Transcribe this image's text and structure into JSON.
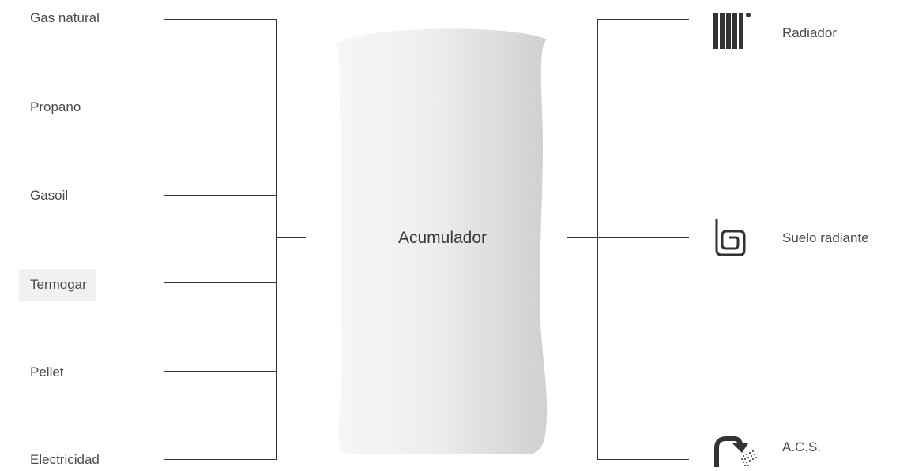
{
  "sources": [
    {
      "id": "gas-natural",
      "label": "Gas natural"
    },
    {
      "id": "propano",
      "label": "Propano"
    },
    {
      "id": "gasoil",
      "label": "Gasoil"
    },
    {
      "id": "termogar",
      "label": "Termogar",
      "selected": true
    },
    {
      "id": "pellet",
      "label": "Pellet"
    },
    {
      "id": "electricidad",
      "label": "Electricidad"
    }
  ],
  "tank": {
    "label": "Acumulador"
  },
  "outputs": [
    {
      "id": "radiador",
      "label": "Radiador",
      "icon": "radiator-icon"
    },
    {
      "id": "suelo-radiante",
      "label": "Suelo radiante",
      "icon": "underfloor-heating-icon"
    },
    {
      "id": "acs",
      "label": "A.C.S.",
      "icon": "shower-icon"
    }
  ],
  "colors": {
    "line": "#333333",
    "text": "#4a4a4a",
    "selected_bg": "#f1f1f1",
    "tank_light": "#f4f4f4",
    "tank_dark": "#d2d2d2"
  }
}
